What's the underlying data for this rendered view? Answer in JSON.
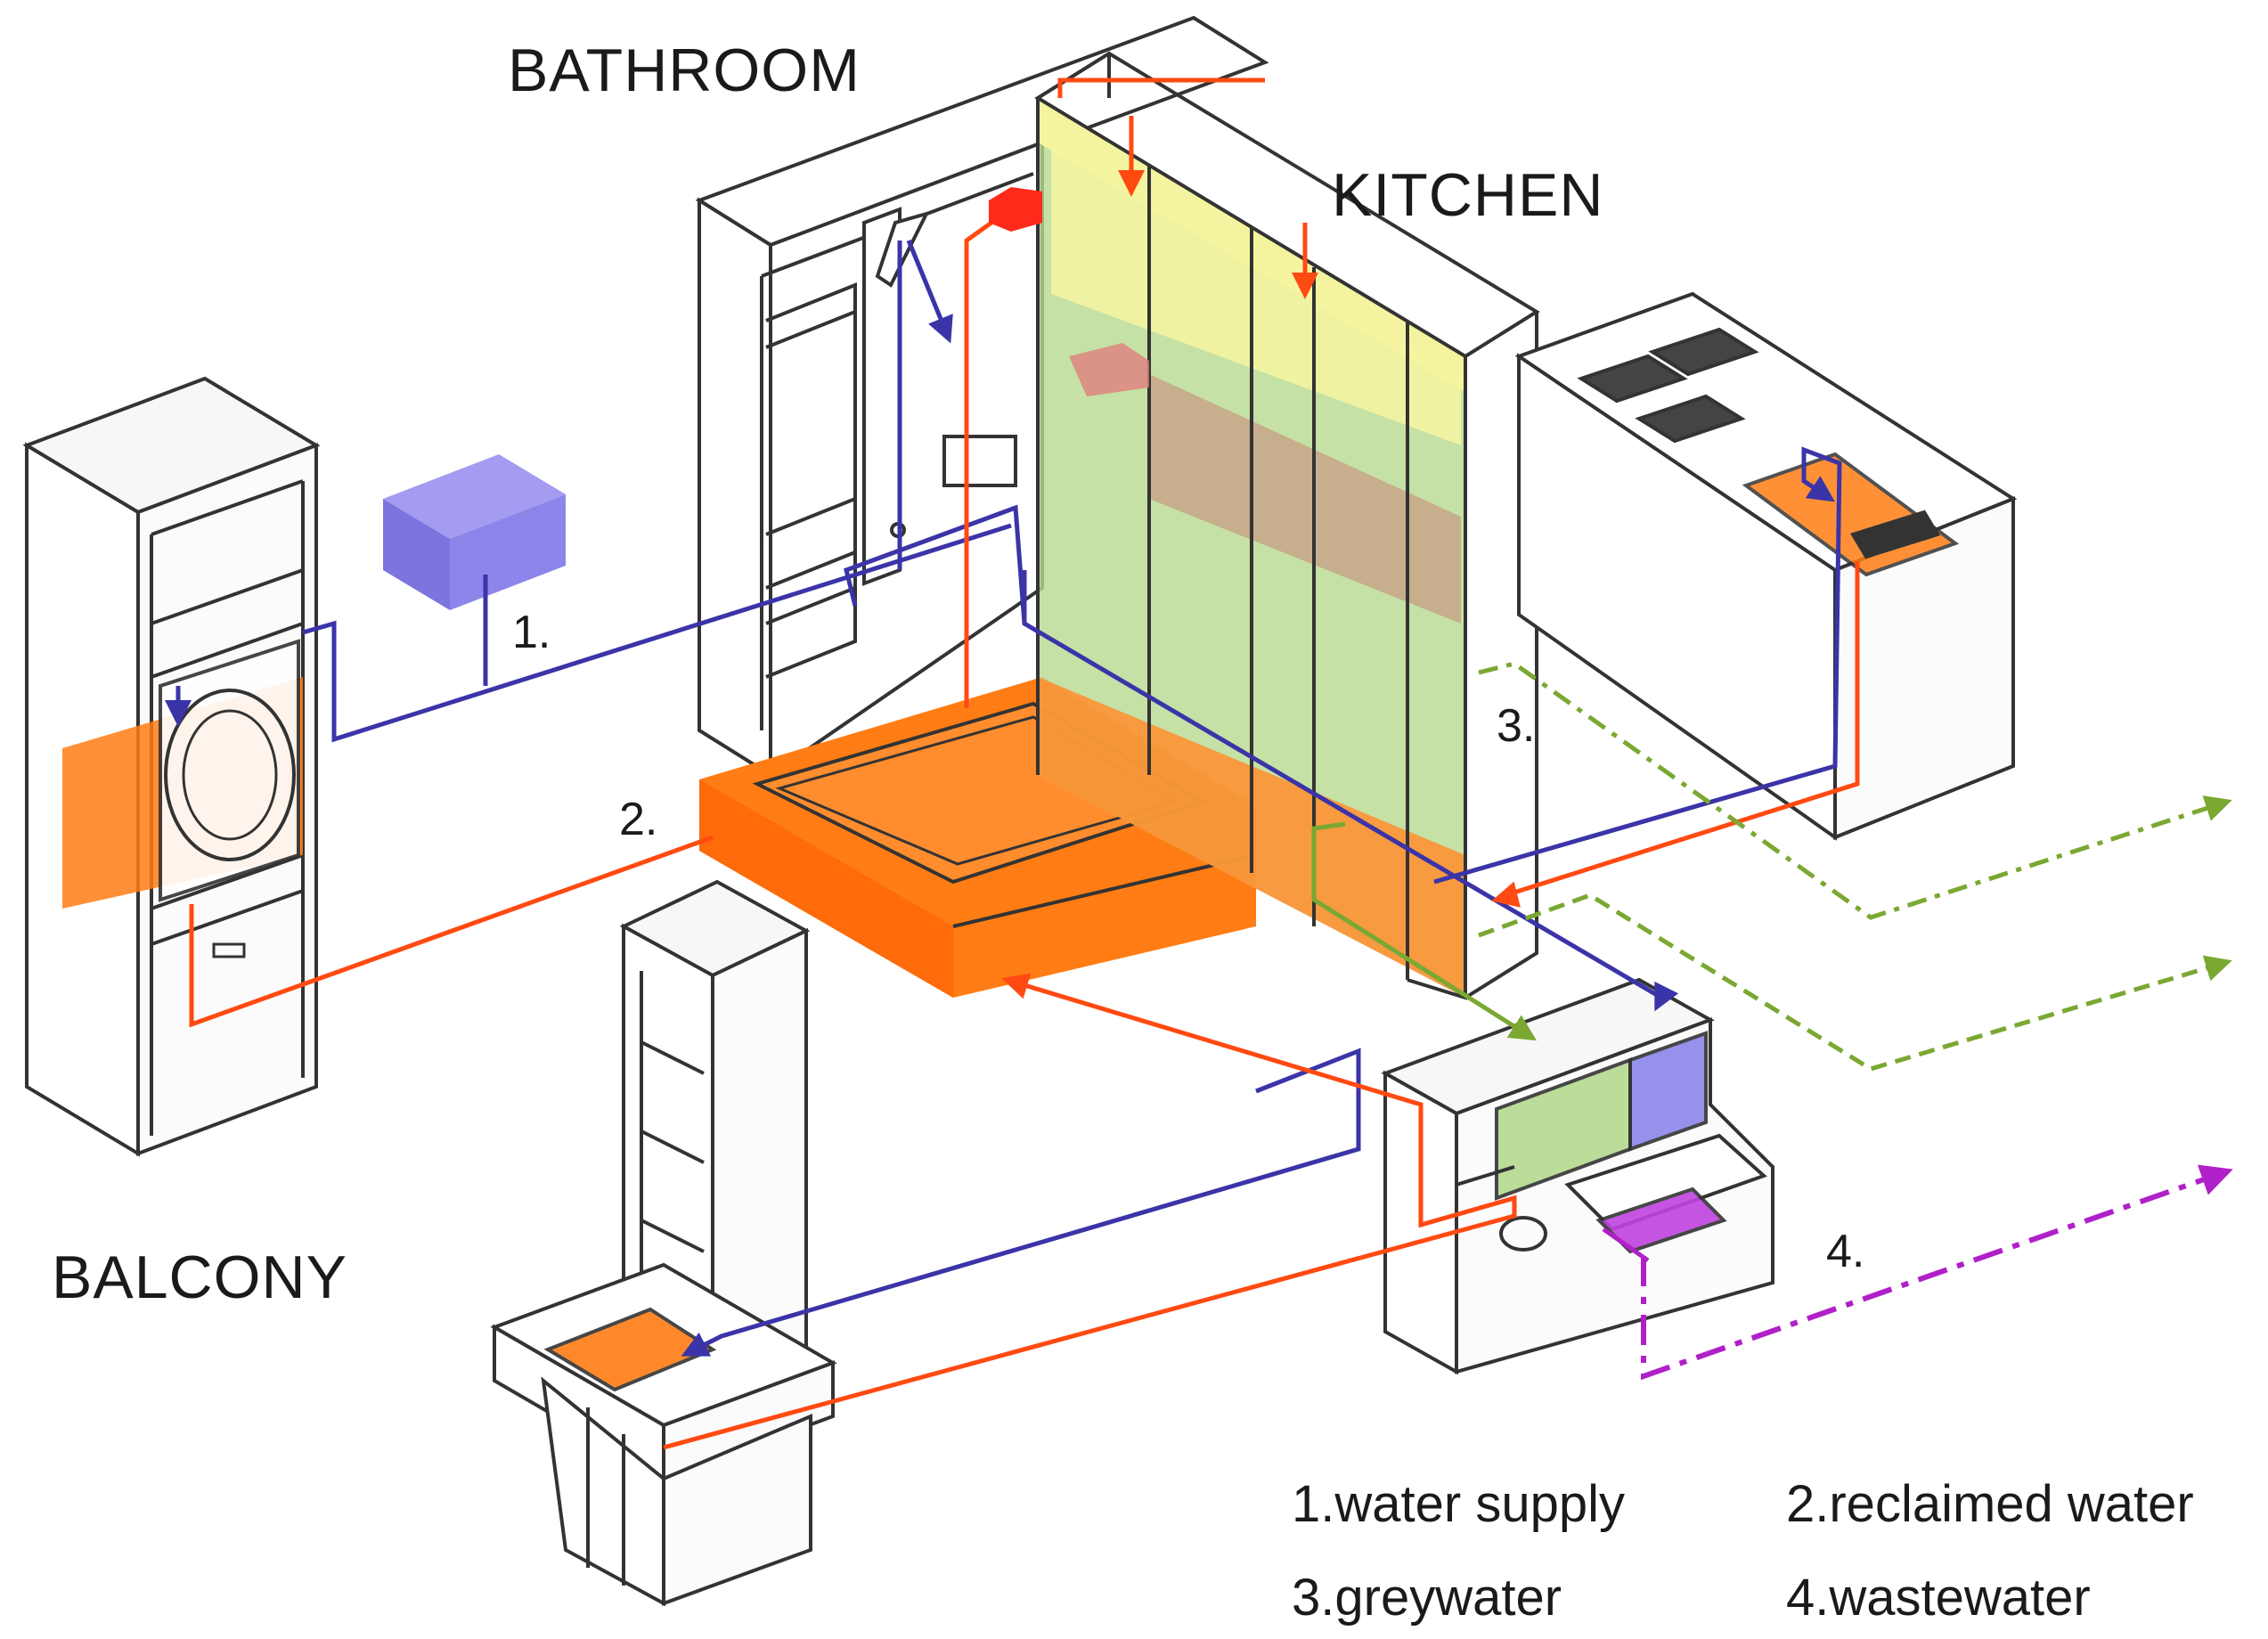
{
  "rooms": {
    "bathroom": "BATHROOM",
    "kitchen": "KITCHEN",
    "balcony": "BALCONY"
  },
  "flow_numbers": {
    "one": "1.",
    "two": "2.",
    "three": "3.",
    "four": "4."
  },
  "legend": {
    "water_supply": "1.water supply",
    "reclaimed_water": "2.reclaimed water",
    "greywater": "3.greywater",
    "wastewater": "4.wastewater"
  },
  "colors": {
    "water_supply": "#3b34a8",
    "reclaimed_water": "#ff4a12",
    "greywater": "#7aa832",
    "wastewater": "#b020c8",
    "floor_orange": "#ff7d14",
    "wall_green": "#b6d98f",
    "wall_yellow": "#f4f4a0",
    "tank_blue": "#8c86ea",
    "outline": "#333333"
  }
}
